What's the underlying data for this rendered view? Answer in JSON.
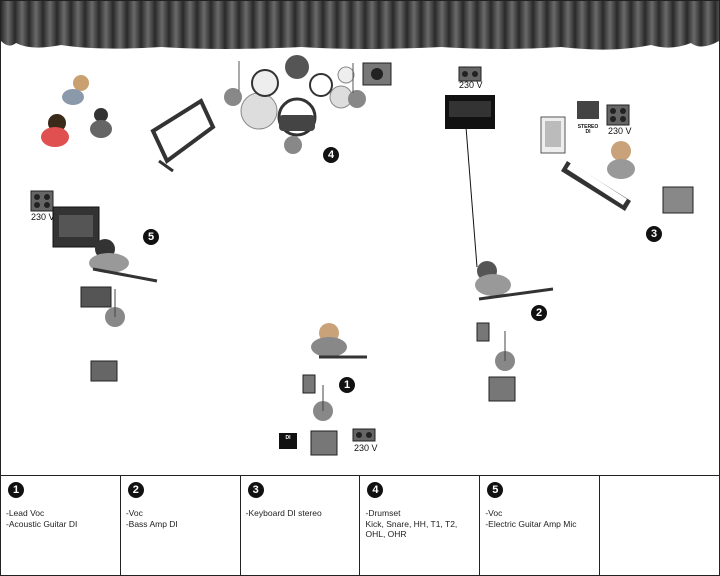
{
  "outlet_label": "230 V",
  "stereo_di_label": "STEREO\nDI",
  "di_box_label": "DI",
  "positions": [
    {
      "num": "1",
      "text": "-Lead Voc\n-Acoustic Guitar DI"
    },
    {
      "num": "2",
      "text": "-Voc\n-Bass Amp DI"
    },
    {
      "num": "3",
      "text": "-Keyboard DI stereo"
    },
    {
      "num": "4",
      "text": "-Drumset\n Kick, Snare, HH, T1, T2,\n OHL, OHR"
    },
    {
      "num": "5",
      "text": "-Voc\n-Electric Guitar Amp Mic"
    },
    {
      "num": "",
      "text": ""
    }
  ],
  "colors": {
    "ink": "#111111",
    "gray": "#888888",
    "light": "#d0d0d0",
    "curtain": "#3a3a3a"
  }
}
